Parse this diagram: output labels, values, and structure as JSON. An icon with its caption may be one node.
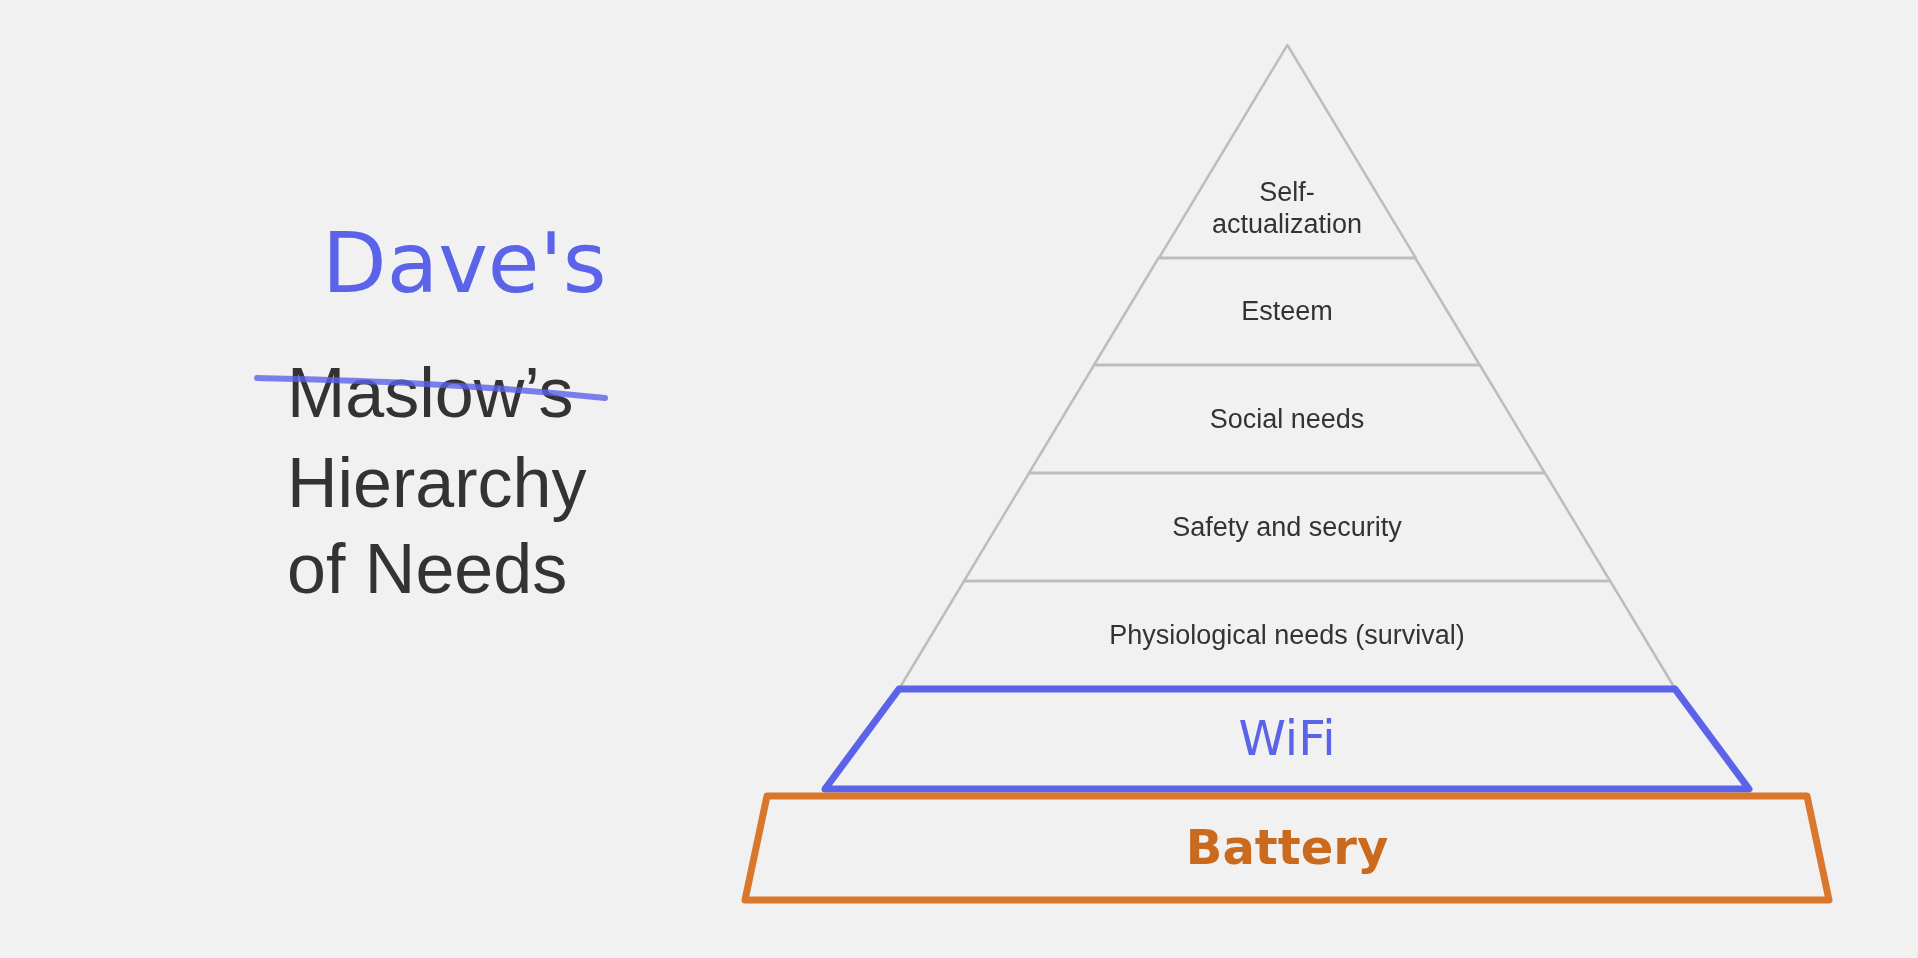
{
  "diagram": {
    "nodes": [
      {
        "text": [
          "Self- actualization"
        ]
      },
      {
        "text": [
          "Esteem"
        ]
      },
      {
        "text": [
          "Social needs"
        ]
      },
      {
        "text": [
          "Safety and security"
        ]
      },
      {
        "text": [
          "Physiological needs (survival)"
        ]
      },
      {
        "text": [
          "WiFi"
        ]
      },
      {
        "text": [
          "Battery"
        ]
      }
    ],
    "edges": [],
    "labels": [
      "Dave's",
      "Maslow’s",
      "Hierarchy of Needs"
    ]
  }
}
